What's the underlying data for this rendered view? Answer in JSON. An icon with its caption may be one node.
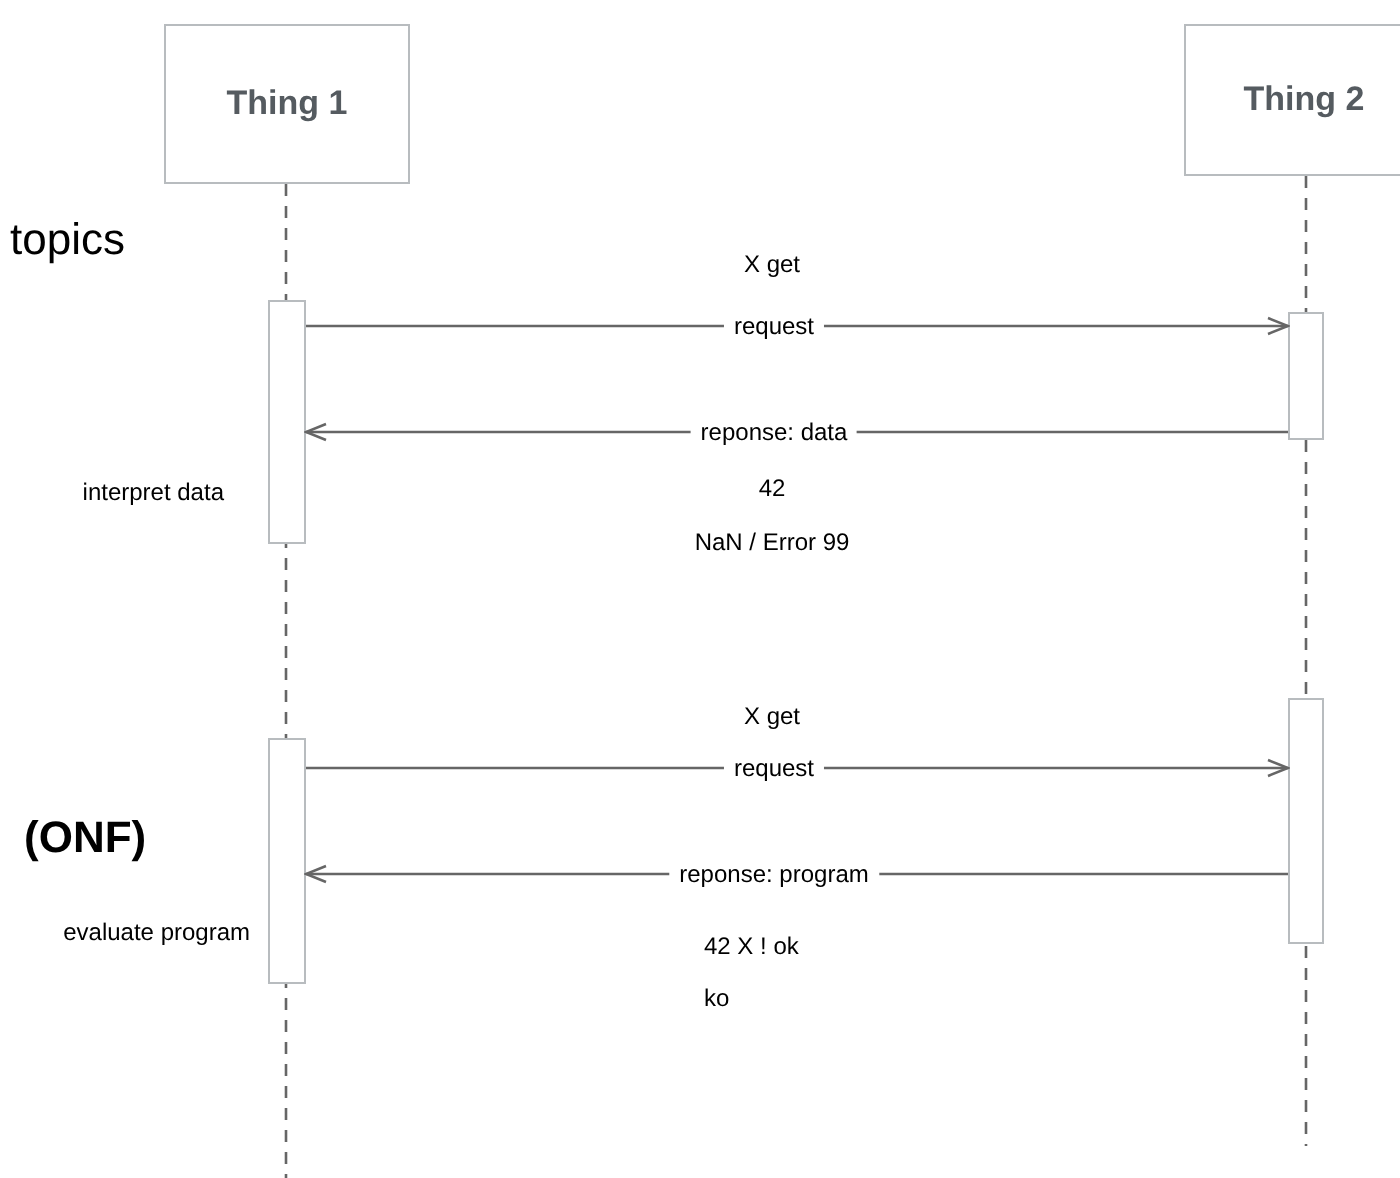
{
  "diagram": {
    "nodes": [
      {
        "text": [
          "Thing 1"
        ]
      },
      {
        "text": [
          "Thing 2"
        ]
      },
      {
        "text": [],
        "shape": "bar",
        "beside": [
          "interpret data"
        ]
      },
      {
        "text": [],
        "shape": "bar"
      },
      {
        "text": [],
        "shape": "bar",
        "beside": [
          "evaluate program"
        ]
      },
      {
        "text": [],
        "shape": "bar"
      }
    ],
    "edges": [
      {
        "from": 2,
        "to": 3,
        "arrow": "to",
        "label": "request"
      },
      {
        "from": 3,
        "to": 2,
        "arrow": "to",
        "label": "reponse: data"
      },
      {
        "from": 4,
        "to": 5,
        "arrow": "to",
        "label": "request"
      },
      {
        "from": 5,
        "to": 4,
        "arrow": "to",
        "label": "reponse: program"
      }
    ],
    "labels": [
      "topics",
      "X get",
      "42",
      "NaN / Error 99",
      "X get",
      "(ONF)",
      "42 X ! ok",
      "ko"
    ]
  }
}
